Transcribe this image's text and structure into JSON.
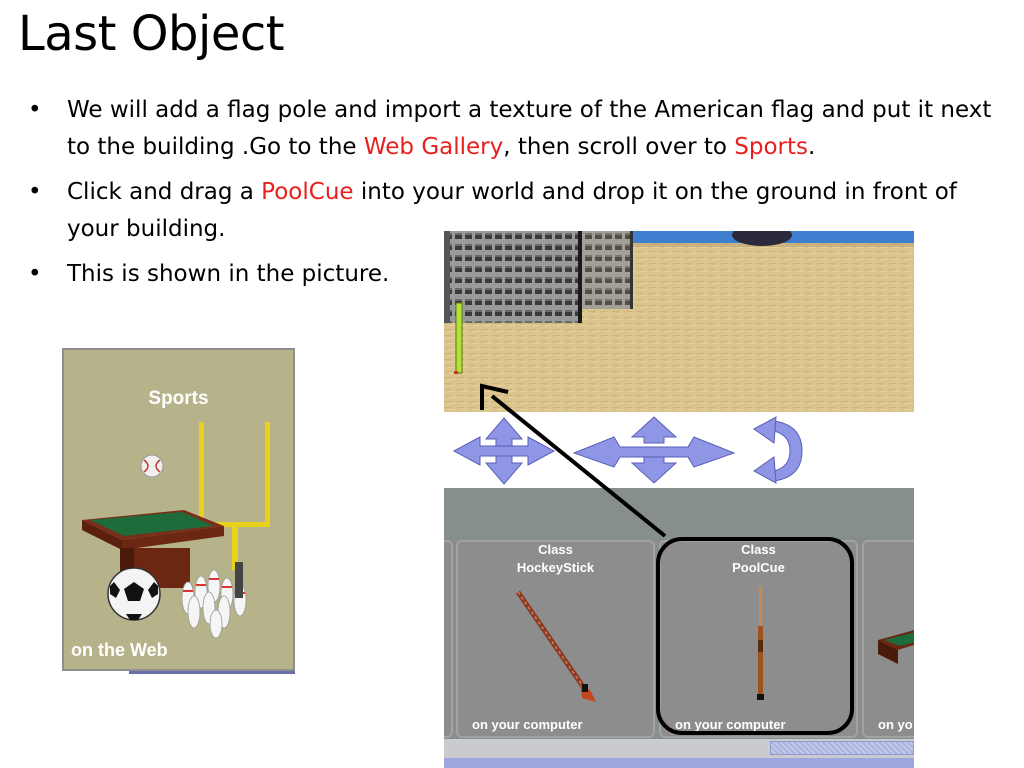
{
  "slide": {
    "title": "Last Object",
    "bullet1": {
      "text_a": "We will add a flag pole and import a texture of the American flag and put it next to the building .Go to the ",
      "link_web_gallery": "Web Gallery",
      "text_b": ", then scroll over to ",
      "link_sports": "Sports",
      "text_c": "."
    },
    "bullet2": {
      "text_a": "Click and drag a ",
      "link_poolcue": "PoolCue",
      "text_b": " into your world and drop it on the ground in front of your building."
    },
    "bullet3": "This is shown in the picture."
  },
  "sports_tile": {
    "title": "Sports",
    "footer": "on the Web"
  },
  "gallery": {
    "card_hockey": {
      "line1": "Class",
      "line2": "HockeyStick",
      "footer": "on your computer"
    },
    "card_poolcue": {
      "line1": "Class",
      "line2": "PoolCue",
      "footer": "on your computer"
    },
    "card_partial": {
      "footer": "on yo"
    }
  },
  "colors": {
    "accent_red": "#e8201d",
    "tile_bg": "#b6b28a",
    "gallery_bg": "#878e8e",
    "nav_arrow": "#8f96e6",
    "sand": "#d8c189",
    "sky": "#3f7fd0"
  },
  "icons": [
    "move-arrows-icon",
    "turn-arrows-icon",
    "rotate-arrows-icon",
    "pointer-arrow-icon"
  ]
}
